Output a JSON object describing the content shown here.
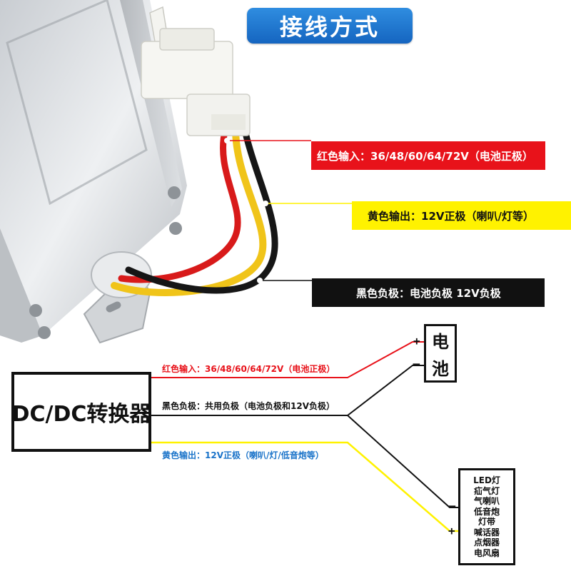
{
  "title": "接线方式",
  "labels": {
    "red": "红色输入：36/48/60/64/72V（电池正极）",
    "yellow": "黄色输出：12V正极（喇叭/灯等）",
    "black": "黑色负极：电池负极 12V负极"
  },
  "converter": {
    "name": "DC/DC转换器",
    "wire_red": "红色输入：36/48/60/64/72V（电池正极）",
    "wire_black": "黑色负极：共用负极（电池负极和12V负极）",
    "wire_yellow": "黄色输出：12V正极（喇叭/灯/低音炮等）"
  },
  "battery": {
    "chars": [
      "电",
      "池"
    ],
    "plus": "+",
    "minus": "−"
  },
  "load": {
    "items": [
      "LED灯",
      "疝气灯",
      "气喇叭",
      "低音炮",
      "灯带",
      "喊话器",
      "点烟器",
      "电风扇"
    ],
    "plus": "+",
    "minus": "−"
  },
  "colors": {
    "red_wire": "#e8121a",
    "yellow_wire": "#fff200",
    "black_wire": "#111111",
    "title_blue": "#1565c0",
    "housing_silver": "#d7d9dc"
  }
}
